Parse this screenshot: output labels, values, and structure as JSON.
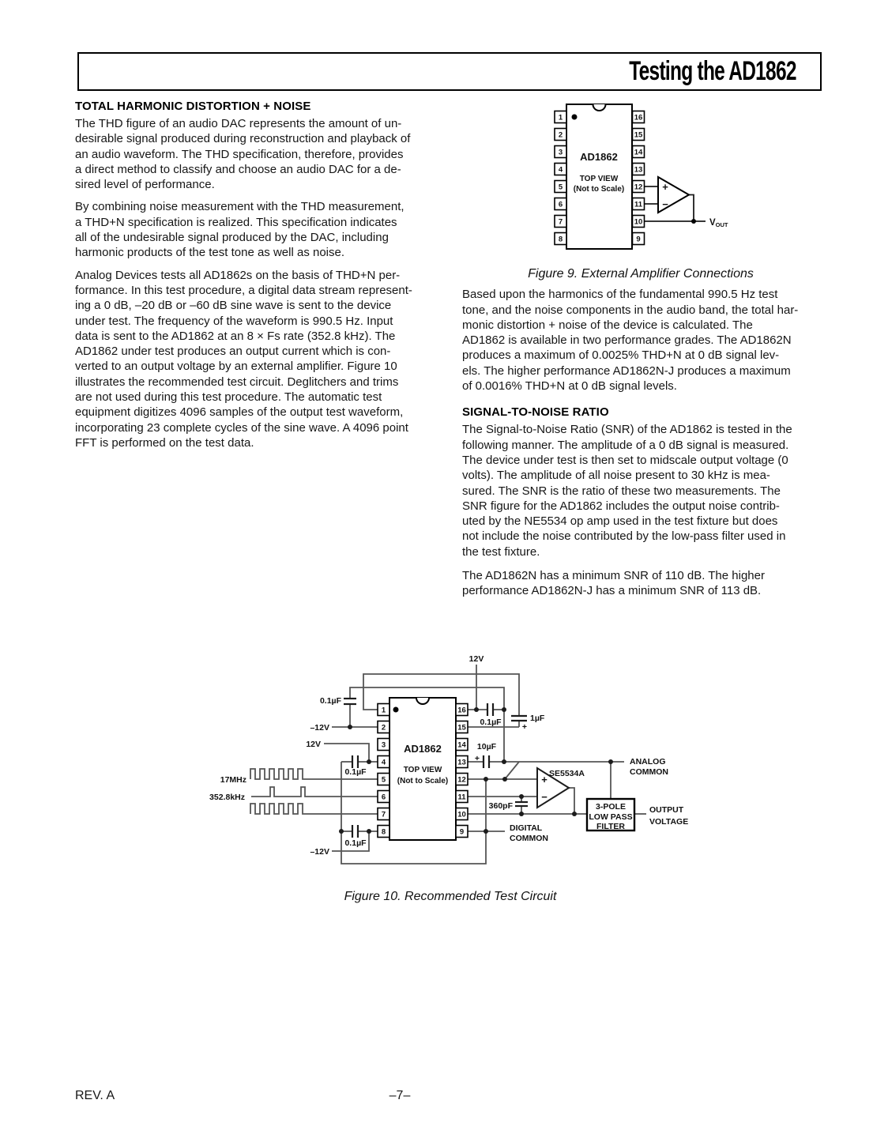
{
  "page": {
    "title": "Testing the AD1862",
    "footer_left": "REV. A",
    "footer_center": "–7–"
  },
  "left_column": {
    "heading": "TOTAL HARMONIC DISTORTION + NOISE",
    "para1": "The THD figure of an audio DAC represents the amount of un-\ndesirable signal produced during reconstruction and playback of\nan audio waveform. The THD specification, therefore, provides\na direct method to classify and choose an audio DAC for a de-\nsired level of performance.",
    "para2": "By combining noise measurement with the THD measurement,\na THD+N specification is realized. This specification indicates\nall of the undesirable signal produced by the DAC, including\nharmonic products of the test tone as well as noise.",
    "para3": "Analog Devices tests all AD1862s on the basis of THD+N per-\nformance. In this test procedure, a digital data stream represent-\ning a 0 dB, –20 dB or –60 dB sine wave is sent to the device\nunder test. The frequency of the waveform is 990.5 Hz. Input\ndata is sent to the AD1862 at an 8 × Fs rate (352.8 kHz). The\nAD1862 under test produces an output current which is con-\nverted to an output voltage by an external amplifier. Figure 10\nillustrates the recommended test circuit. Deglitchers and trims\nare not used during this test procedure. The automatic test\nequipment digitizes 4096 samples of the output test waveform,\nincorporating 23 complete cycles of the sine wave. A 4096 point\nFFT is performed on the test data."
  },
  "right_column": {
    "fig9_caption": "Figure 9. External Amplifier Connections",
    "para1": "Based upon the harmonics of the fundamental 990.5 Hz test\ntone, and the noise components in the audio band, the total har-\nmonic distortion + noise of the device is calculated. The\nAD1862 is available in two performance grades. The AD1862N\nproduces a maximum of 0.0025% THD+N at 0 dB signal lev-\nels. The higher performance AD1862N-J produces a maximum\nof 0.0016% THD+N at 0 dB signal levels.",
    "heading2": "SIGNAL-TO-NOISE RATIO",
    "para2": "The Signal-to-Noise Ratio (SNR) of the AD1862 is tested in the\nfollowing manner. The amplitude of a 0 dB signal is measured.\nThe device under test is then set to midscale output voltage (0\nvolts). The amplitude of all noise present to 30 kHz is mea-\nsured. The SNR is the ratio of these two measurements. The\nSNR figure for the AD1862 includes the output noise contrib-\nuted by the NE5534 op amp used in the test fixture but does\nnot include the noise contributed by the low-pass filter used in\nthe test fixture.",
    "para3": "The AD1862N has a minimum SNR of 110 dB. The higher\nperformance AD1862N-J has a minimum SNR of 113 dB."
  },
  "figure9": {
    "chip_label": "AD1862",
    "view_label": "TOP VIEW",
    "scale_label": "(Not to Scale)",
    "left_pins": [
      "1",
      "2",
      "3",
      "4",
      "5",
      "6",
      "7",
      "8"
    ],
    "right_pins": [
      "16",
      "15",
      "14",
      "13",
      "12",
      "11",
      "10",
      "9"
    ],
    "opamp_plus": "+",
    "opamp_minus": "−",
    "vout_v": "V",
    "vout_sub": "OUT"
  },
  "figure10": {
    "caption": "Figure 10.  Recommended Test Circuit",
    "chip_label": "AD1862",
    "view_label": "TOP VIEW",
    "scale_label": "(Not to Scale)",
    "left_pins": [
      "1",
      "2",
      "3",
      "4",
      "5",
      "6",
      "7",
      "8"
    ],
    "right_pins": [
      "16",
      "15",
      "14",
      "13",
      "12",
      "11",
      "10",
      "9"
    ],
    "labels": {
      "v12_top": "12V",
      "c01_topleft": "0.1µF",
      "vm12_pin2": "–12V",
      "v12_pin4": "12V",
      "c01_pin4": "0.1µF",
      "f17mhz": "17MHz",
      "f3528": "352.8kHz",
      "c01_pin8": "0.1µF",
      "vm12_pin8": "–12V",
      "c01_pin16": "0.1µF",
      "c1uf": "1µF",
      "c1uf_plus": "+",
      "c10uf": "10µF",
      "c10uf_plus": "+",
      "c360pf": "360pF",
      "opamp": "SE5534A",
      "opamp_plus": "+",
      "opamp_minus": "−",
      "analog_common_1": "ANALOG",
      "analog_common_2": "COMMON",
      "digital_common_1": "DIGITAL",
      "digital_common_2": "COMMON",
      "filter_1": "3-POLE",
      "filter_2": "LOW PASS",
      "filter_3": "FILTER",
      "output_1": "OUTPUT",
      "output_2": "VOLTAGE"
    }
  }
}
